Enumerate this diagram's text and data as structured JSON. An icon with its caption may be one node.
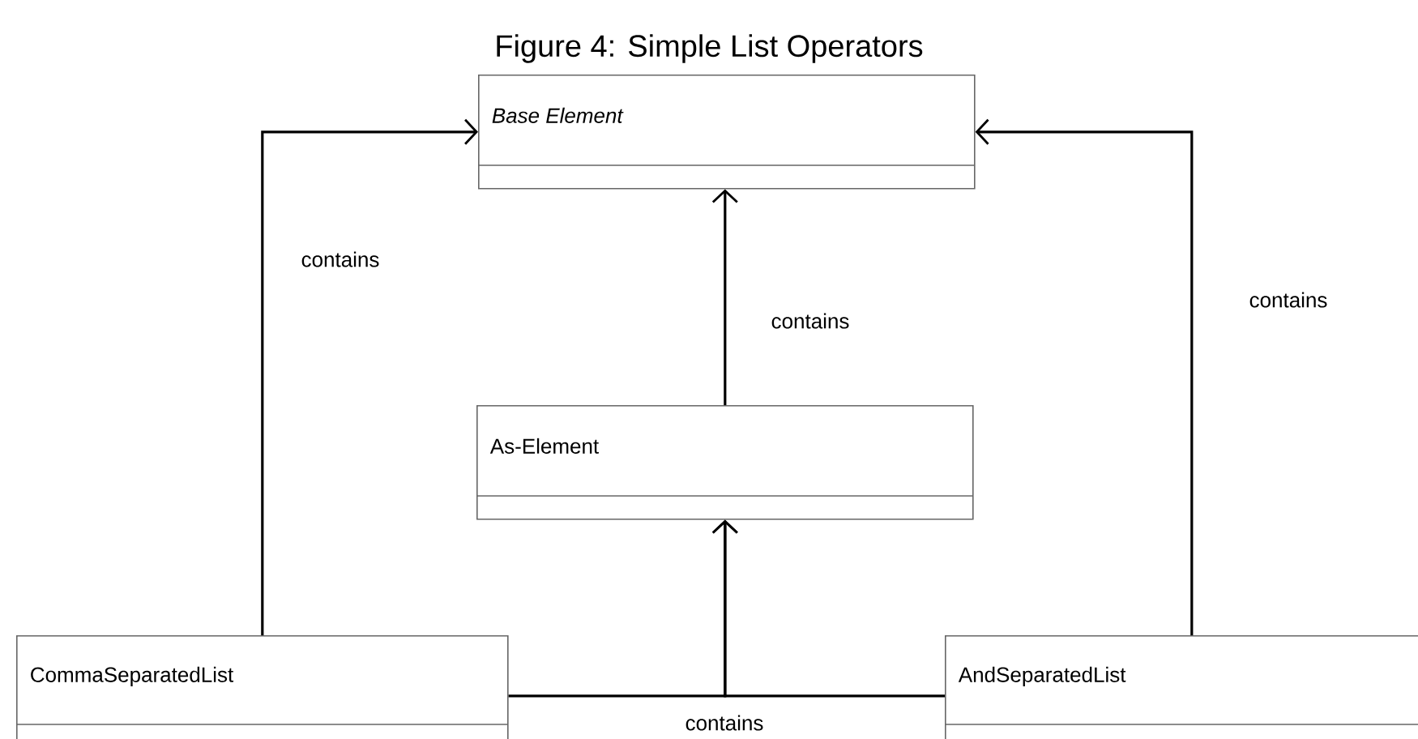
{
  "diagram": {
    "title": "Figure 4: Simple List Operators",
    "nodes": [
      {
        "text": [
          "*Base Element*"
        ]
      },
      {
        "text": [
          "As-Element"
        ]
      },
      {
        "text": [
          "CommaSeparatedList"
        ]
      },
      {
        "text": [
          "AndSeparatedList"
        ]
      }
    ],
    "edges": [
      {
        "from": 2,
        "to": 0,
        "arrow": "to",
        "label": "contains"
      },
      {
        "from": 3,
        "to": 0,
        "arrow": "to",
        "label": "contains"
      },
      {
        "from": 1,
        "to": 0,
        "arrow": "to",
        "label": "contains"
      },
      {
        "from": 2,
        "to": 1,
        "arrow": "to",
        "label": "contains"
      },
      {
        "from": 3,
        "to": 1,
        "arrow": "to"
      }
    ]
  }
}
